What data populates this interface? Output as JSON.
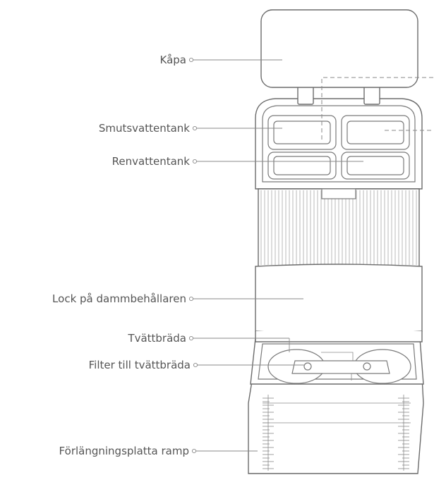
{
  "labels": [
    {
      "id": "cover",
      "text": "Kåpa"
    },
    {
      "id": "dirty-water-tank",
      "text": "Smutsvattentank"
    },
    {
      "id": "clean-water-tank",
      "text": "Renvattentank"
    },
    {
      "id": "dust-bin-lid",
      "text": "Lock på dammbehållaren"
    },
    {
      "id": "washboard",
      "text": "Tvättbräda"
    },
    {
      "id": "washboard-filter",
      "text": "Filter till tvättbräda"
    },
    {
      "id": "extension-ramp",
      "text": "Förlängningsplatta ramp"
    }
  ]
}
